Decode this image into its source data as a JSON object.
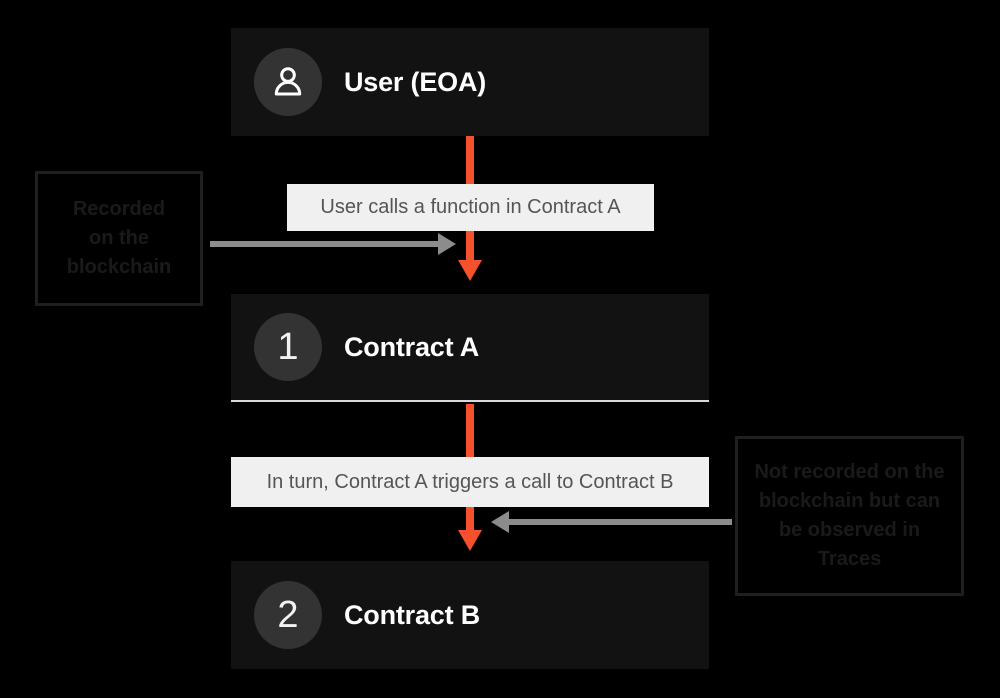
{
  "diagram": {
    "title": "Contract call flow",
    "background_color": "#000000",
    "accent_color": "#f4512c",
    "connector_color": "#8c8c8c",
    "node_bg_color": "#121212",
    "chip_bg_color": "#f0f0f0"
  },
  "nodes": [
    {
      "id": "user",
      "icon": "user-icon",
      "badge": "",
      "title": "User (EOA)"
    },
    {
      "id": "contract-a",
      "icon": "",
      "badge": "1",
      "title": "Contract A"
    },
    {
      "id": "contract-b",
      "icon": "",
      "badge": "2",
      "title": "Contract B"
    }
  ],
  "steps": [
    {
      "id": "step-1",
      "label": "User calls a function in Contract A"
    },
    {
      "id": "step-2",
      "label": "In turn, Contract A triggers a call to Contract B"
    }
  ],
  "notes": [
    {
      "id": "note-recorded",
      "text": "Recorded on the blockchain",
      "lines": [
        "Recorded",
        "on the",
        "blockchain"
      ]
    },
    {
      "id": "note-not-recorded",
      "text": "Not recorded on the blockchain but can be observed in Traces",
      "lines": [
        "Not recorded on the",
        "blockchain but can",
        "be observed in",
        "Traces"
      ]
    }
  ]
}
